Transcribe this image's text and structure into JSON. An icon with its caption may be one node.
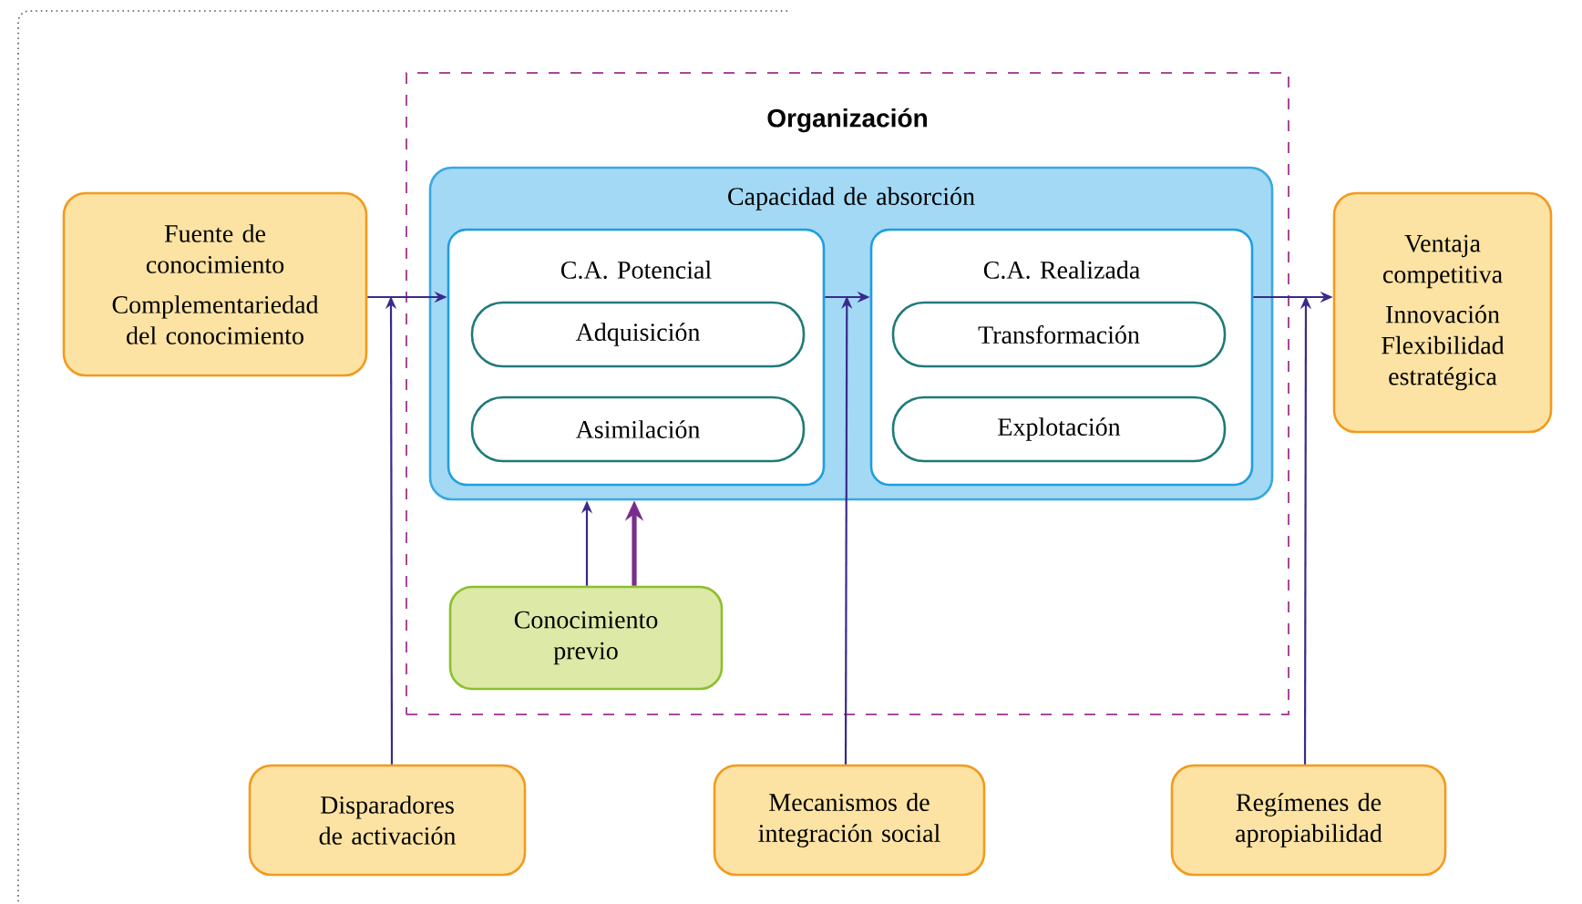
{
  "diagram": {
    "nodes": [
      {
        "text": [
          "Organización"
        ]
      },
      {
        "text": [
          "Capacidad de absorción"
        ],
        "in": 0
      },
      {
        "text": [
          "C.A. Potencial"
        ],
        "in": 1
      },
      {
        "text": [
          "Adquisición"
        ],
        "in": 2
      },
      {
        "text": [
          "Asimilación"
        ],
        "in": 2
      },
      {
        "text": [
          "C.A. Realizada"
        ],
        "in": 1
      },
      {
        "text": [
          "Transformación"
        ],
        "in": 5
      },
      {
        "text": [
          "Explotación"
        ],
        "in": 5
      },
      {
        "text": [
          "Fuente de conocimiento",
          "Complementariedad del conocimiento"
        ]
      },
      {
        "text": [
          "Ventaja competitiva",
          "Innovación Flexibilidad estratégica"
        ]
      },
      {
        "text": [
          "Conocimiento previo"
        ],
        "in": 0
      },
      {
        "text": [
          "Disparadores de activación"
        ]
      },
      {
        "text": [
          "Mecanismos de integración social"
        ]
      },
      {
        "text": [
          "Regímenes de apropiabilidad"
        ]
      }
    ],
    "edges": [
      {
        "from": 8,
        "to": 2,
        "arrow": "to"
      },
      {
        "from": 2,
        "to": 5,
        "arrow": "to"
      },
      {
        "from": 5,
        "to": 9,
        "arrow": "to"
      },
      {
        "from": 11,
        "to": 0,
        "arrow": "to"
      },
      {
        "from": 12,
        "to": 2,
        "arrow": "to"
      },
      {
        "from": 13,
        "to": 0,
        "arrow": "to"
      },
      {
        "from": 10,
        "to": 1,
        "arrow": "to"
      },
      {
        "from": 10,
        "to": 1,
        "arrow": "to",
        "style": "thick",
        "color": "#7b2d8e"
      }
    ]
  }
}
